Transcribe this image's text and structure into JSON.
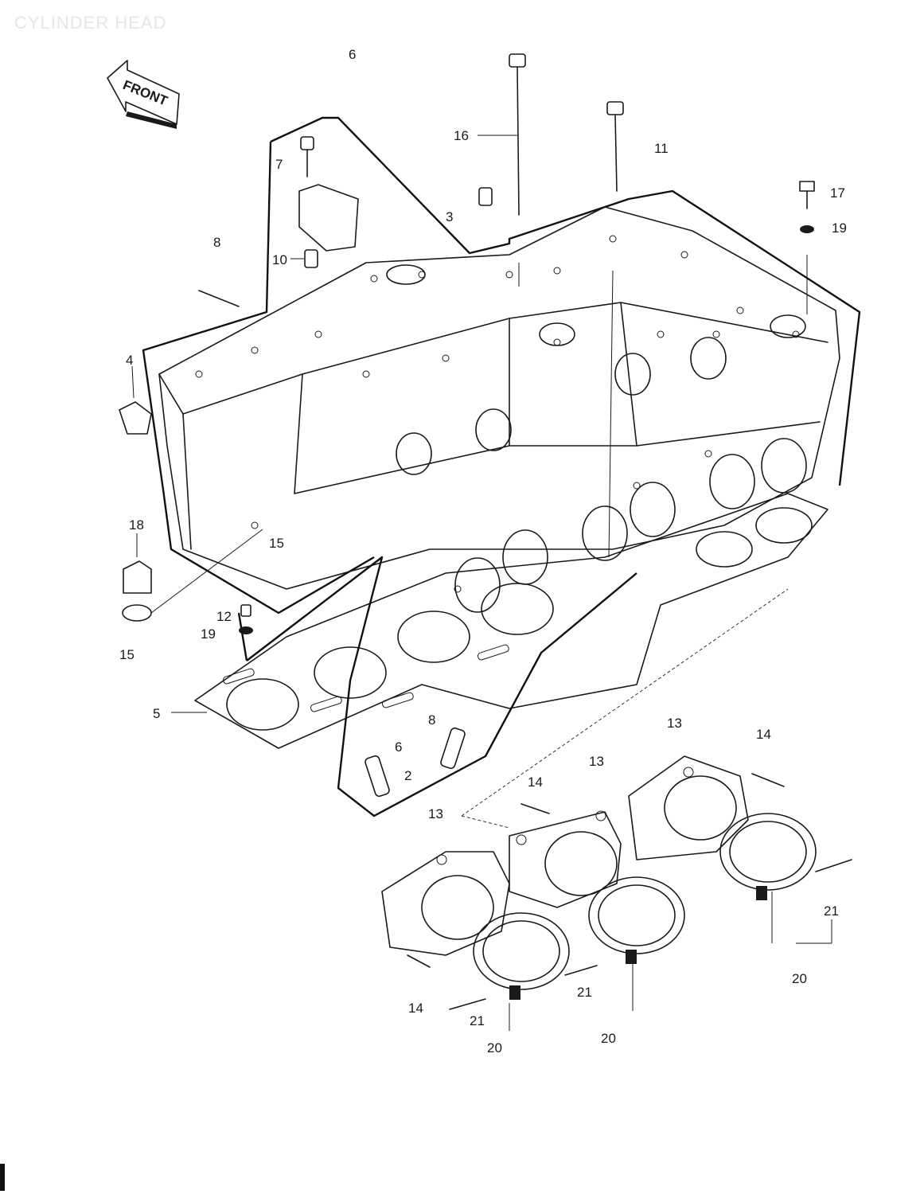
{
  "page": {
    "title": "CYLINDER HEAD",
    "front_arrow_text": "FRONT"
  },
  "callouts": [
    {
      "id": "c16",
      "text": "16"
    },
    {
      "id": "c11",
      "text": "11"
    },
    {
      "id": "c17",
      "text": "17"
    },
    {
      "id": "c19",
      "text": "19"
    },
    {
      "id": "c7",
      "text": "7"
    },
    {
      "id": "c3",
      "text": "3"
    },
    {
      "id": "c8a",
      "text": "8"
    },
    {
      "id": "c10",
      "text": "10"
    },
    {
      "id": "c6top",
      "text": "6"
    },
    {
      "id": "c4",
      "text": "4"
    },
    {
      "id": "c18",
      "text": "18"
    },
    {
      "id": "c15",
      "text": "15"
    },
    {
      "id": "c12",
      "text": "12"
    },
    {
      "id": "c19b",
      "text": "19"
    },
    {
      "id": "c15b",
      "text": "15"
    },
    {
      "id": "c5",
      "text": "5"
    },
    {
      "id": "c8b",
      "text": "8"
    },
    {
      "id": "c6b",
      "text": "6"
    },
    {
      "id": "c2",
      "text": "2"
    },
    {
      "id": "c13a",
      "text": "13"
    },
    {
      "id": "c13b",
      "text": "13"
    },
    {
      "id": "c13c",
      "text": "13"
    },
    {
      "id": "c14a",
      "text": "14"
    },
    {
      "id": "c14b",
      "text": "14"
    },
    {
      "id": "c14c",
      "text": "14"
    },
    {
      "id": "c21a",
      "text": "21"
    },
    {
      "id": "c21b",
      "text": "21"
    },
    {
      "id": "c21c",
      "text": "21"
    },
    {
      "id": "c20a",
      "text": "20"
    },
    {
      "id": "c20b",
      "text": "20"
    },
    {
      "id": "c20c",
      "text": "20"
    }
  ]
}
